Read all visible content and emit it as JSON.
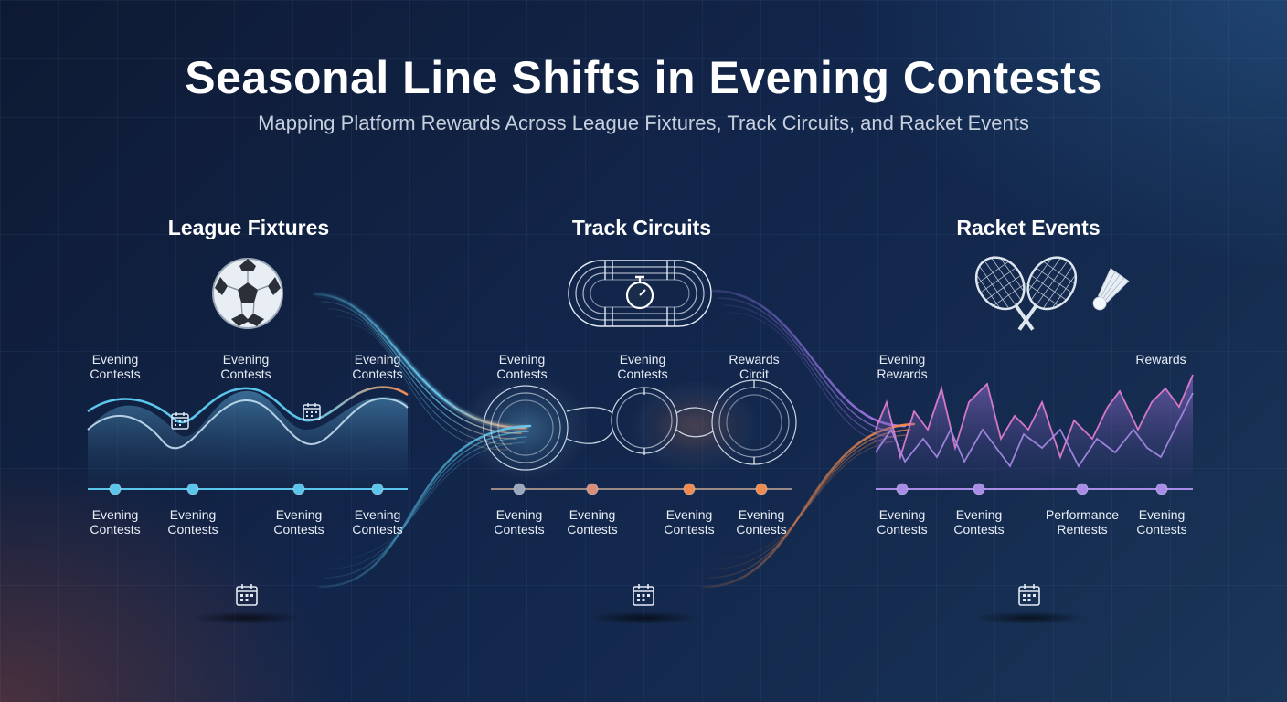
{
  "header": {
    "title": "Seasonal Line Shifts in Evening Contests",
    "subtitle": "Mapping Platform Rewards Across League Fixtures, Track Circuits, and Racket Events"
  },
  "sections": {
    "league": {
      "title": "League Fixtures",
      "icon": "soccer-ball-icon",
      "top_labels": [
        "Evening\nContests",
        "Evening\nContests",
        "Evening\nContests"
      ],
      "bottom_labels": [
        "Evening\nContests",
        "Evening\nContests",
        "Evening\nContests",
        "Evening\nContests"
      ],
      "dot_colors": [
        "#5bc6ec",
        "#5bc6ec",
        "#5bc6ec",
        "#5bc6ec"
      ]
    },
    "track": {
      "title": "Track Circuits",
      "icon": "stopwatch-track-icon",
      "top_labels": [
        "Evening\nContests",
        "Evening\nContests",
        "Rewards\nCircit"
      ],
      "bottom_labels": [
        "Evening\nContests",
        "Evening\nContests",
        "Evening\nContests",
        "Evening\nContests"
      ],
      "dot_colors": [
        "#9aa7bd",
        "#d88e78",
        "#f08a4e",
        "#f08a4e"
      ]
    },
    "racket": {
      "title": "Racket Events",
      "icon": "racket-shuttlecock-icon",
      "top_labels": [
        "Evening\nRewards",
        "Rewards"
      ],
      "bottom_labels": [
        "Evening\nContests",
        "Evening\nContests",
        "Performance\nRentests",
        "Evening\nContests"
      ],
      "dot_colors": [
        "#a98be8",
        "#a98be8",
        "#a98be8",
        "#a98be8"
      ]
    }
  },
  "colors": {
    "cyan": "#5bc6ec",
    "orange": "#f08a4e",
    "purple": "#a98be8",
    "pink": "#e77fd0"
  },
  "icons": [
    "calendar-icon",
    "calendar-icon",
    "calendar-icon"
  ]
}
